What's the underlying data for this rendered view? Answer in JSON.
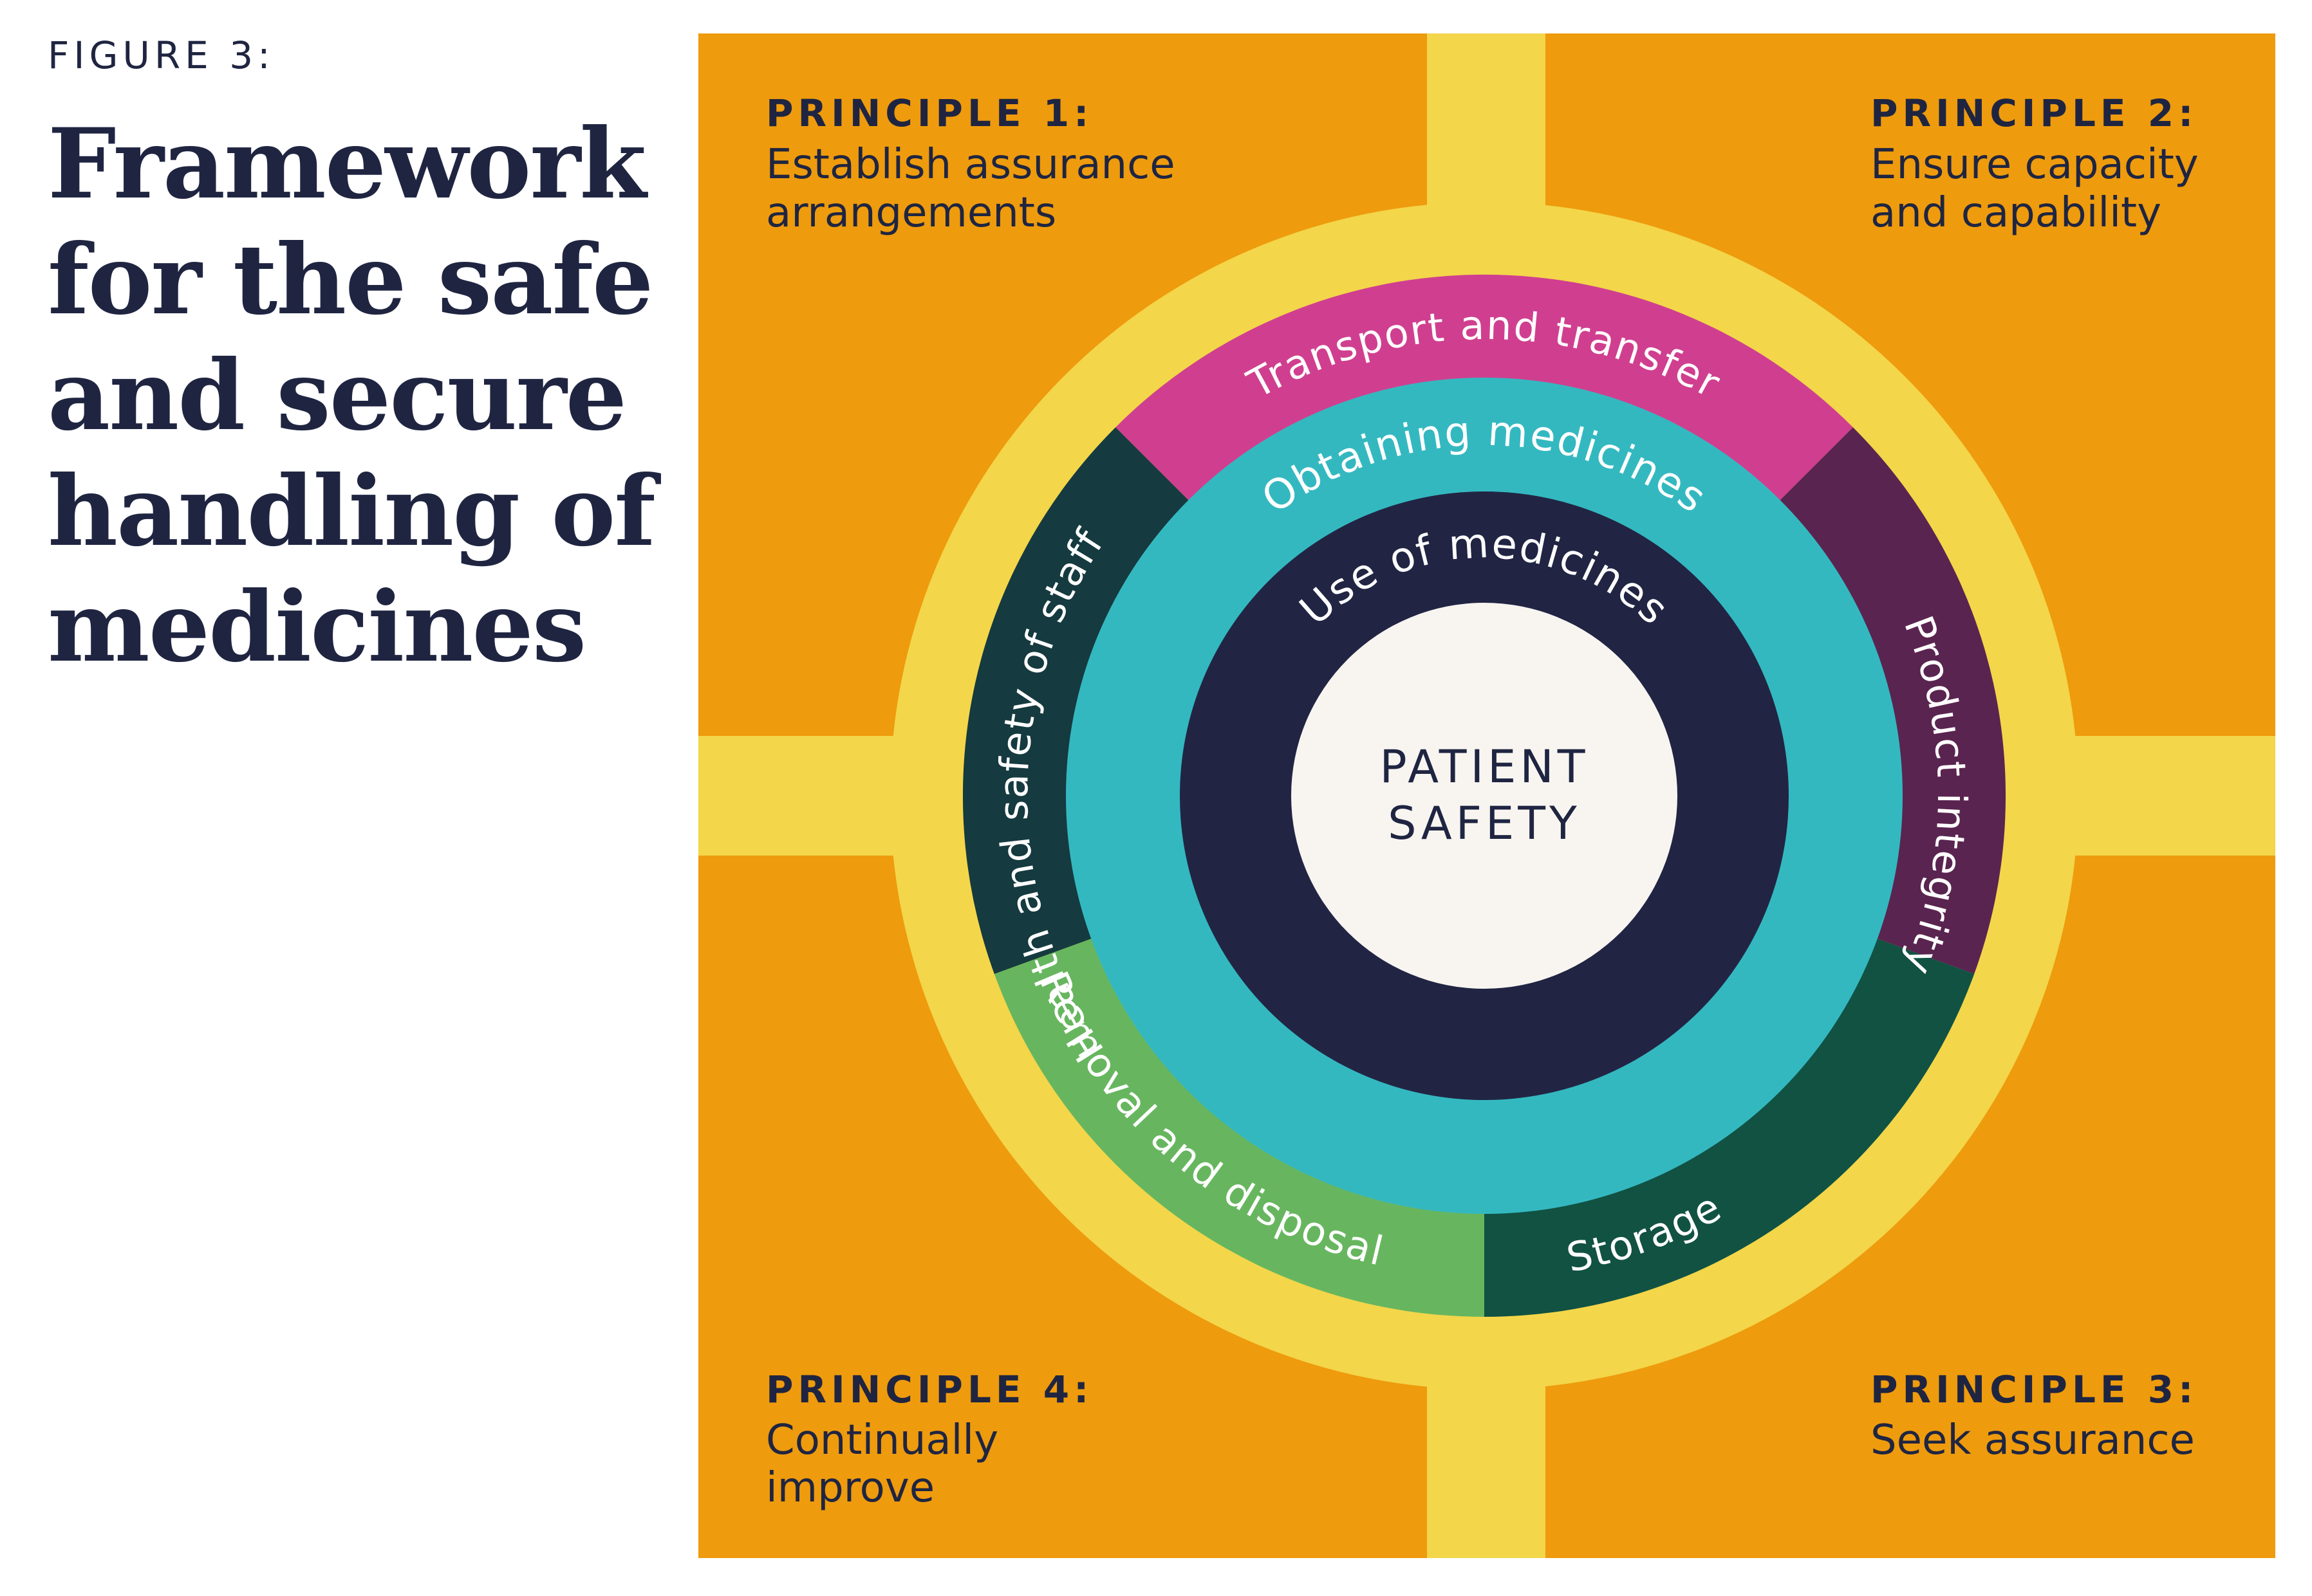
{
  "figure_label": "FIGURE 3:",
  "title_lines": [
    "Framework",
    "for the safe",
    "and secure",
    "handling of",
    "medicines"
  ],
  "principles": [
    {
      "heading": "PRINCIPLE 1:",
      "lines": [
        "Establish assurance",
        "arrangements"
      ]
    },
    {
      "heading": "PRINCIPLE 2:",
      "lines": [
        "Ensure capacity",
        "and capability"
      ]
    },
    {
      "heading": "PRINCIPLE 3:",
      "lines": [
        "Seek assurance"
      ]
    },
    {
      "heading": "PRINCIPLE 4:",
      "lines": [
        "Continually",
        "improve"
      ]
    }
  ],
  "outer_ring": [
    {
      "label": "Transport and transfer",
      "color": "#d03f8f"
    },
    {
      "label": "Product integrity",
      "color": "#5a2450"
    },
    {
      "label": "Storage",
      "color": "#115243"
    },
    {
      "label": "Removal and disposal",
      "color": "#67b65f"
    },
    {
      "label": "Health and safety of staff",
      "color": "#153a3f"
    }
  ],
  "middle_ring": {
    "label": "Obtaining medicines",
    "color": "#34b8c0"
  },
  "inner_ring": {
    "label": "Use of medicines",
    "color": "#212543"
  },
  "center": {
    "lines": [
      "PATIENT",
      "SAFETY"
    ],
    "color": "#f8f5f1"
  },
  "colors": {
    "orange": "#ee9b0d",
    "yellow": "#f3d64a",
    "navy_text": "#1f2541",
    "white_text": "#ffffff"
  }
}
